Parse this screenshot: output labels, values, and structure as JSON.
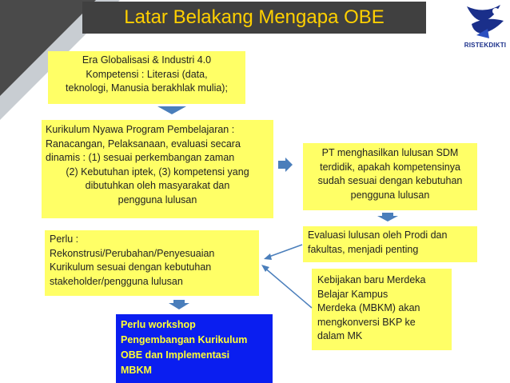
{
  "title": "Latar Belakang Mengapa OBE",
  "logo": {
    "text": "RISTEKDIKTI"
  },
  "boxes": {
    "globalisasi": [
      "Era Globalisasi & Industri 4.0",
      "Kompetensi : Literasi (data,",
      "teknologi, Manusia berakhlak mulia);"
    ],
    "kurikulum": [
      "Kurikulum Nyawa Program Pembelajaran :",
      "Ranacangan, Pelaksanaan, evaluasi secara",
      "dinamis : (1) sesuai perkembangan zaman",
      "(2) Kebutuhan iptek, (3) kompetensi yang",
      "dibutuhkan oleh masyarakat dan",
      "pengguna lulusan"
    ],
    "pt": [
      "PT menghasilkan lulusan SDM",
      "terdidik, apakah kompetensinya",
      "sudah sesuai dengan kebutuhan",
      "pengguna lulusan"
    ],
    "evaluasi": [
      "Evaluasi lulusan oleh Prodi dan",
      "fakultas, menjadi penting"
    ],
    "perlu": [
      "Perlu :",
      "Rekonstrusi/Perubahan/Penyesuaian",
      "Kurikulum sesuai dengan kebutuhan",
      "stakeholder/pengguna lulusan"
    ],
    "kebijakan": [
      "Kebijakan baru Merdeka",
      "Belajar Kampus",
      "Merdeka (MBKM) akan",
      "mengkonversi BKP ke",
      "dalam MK"
    ],
    "workshop": [
      "Perlu workshop",
      "Pengembangan Kurikulum",
      "OBE dan Implementasi",
      "MBKM"
    ]
  },
  "colors": {
    "title_bg": "#404040",
    "title_text": "#ffd000",
    "box_fill": "#ffff66",
    "workshop_fill": "#0a1ef0",
    "workshop_text": "#ffff33",
    "arrow_fill": "#4a7ebb"
  }
}
